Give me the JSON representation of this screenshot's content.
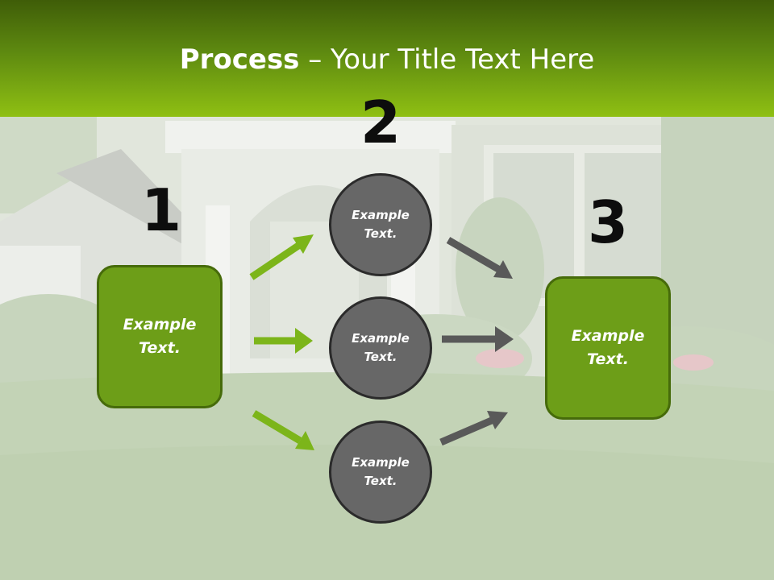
{
  "slide": {
    "title_bold": "Process",
    "title_rest": " – Your Title Text Here"
  },
  "steps": {
    "step1_number": "1",
    "step2_number": "2",
    "step3_number": "3"
  },
  "nodes": {
    "left_box": {
      "line1": "Example",
      "line2": "Text."
    },
    "circle_top": {
      "line1": "Example",
      "line2": "Text."
    },
    "circle_middle": {
      "line1": "Example",
      "line2": "Text."
    },
    "circle_bottom": {
      "line1": "Example",
      "line2": "Text."
    },
    "right_box": {
      "line1": "Example",
      "line2": "Text."
    }
  },
  "colors": {
    "title_band_top": "#3f5d08",
    "title_band_bottom": "#8fc013",
    "box_fill": "#6d9e18",
    "box_border": "#466b0a",
    "circle_fill": "#676767",
    "circle_border": "#2b2b2b",
    "green_arrow": "#7cb51a",
    "gray_arrow": "#595959"
  }
}
